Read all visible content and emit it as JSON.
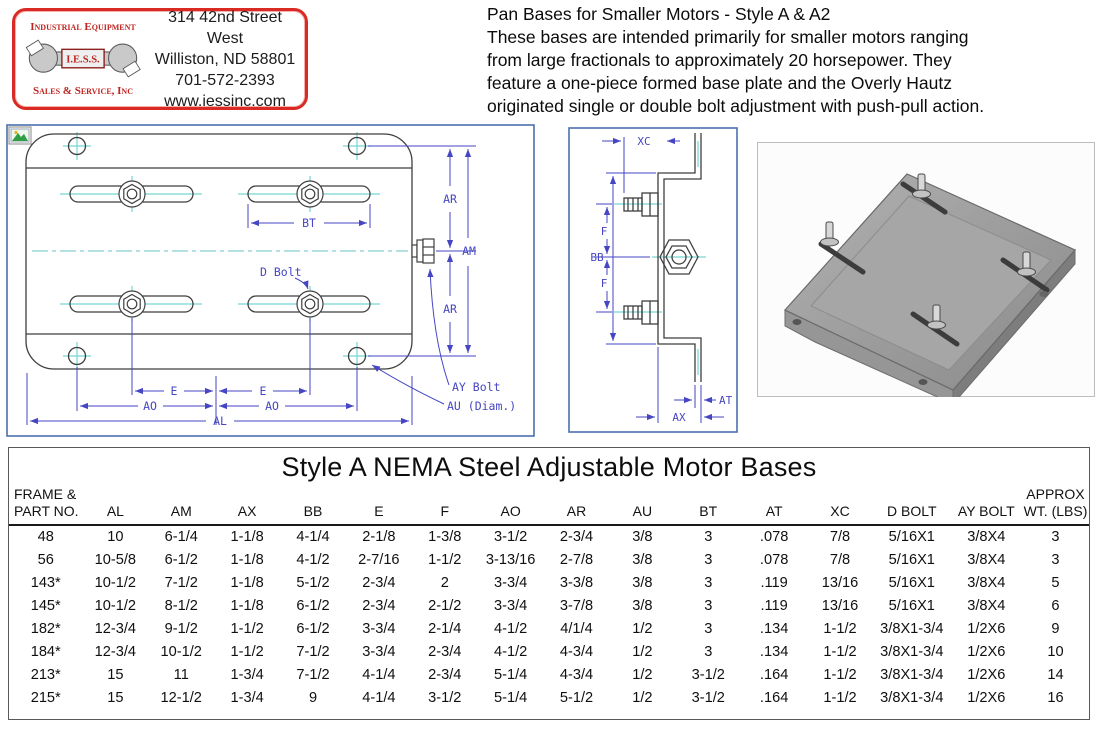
{
  "logo": {
    "line1": "Industrial Equipment",
    "acronym": "I.E.S.S.",
    "line2": "Sales & Service, Inc",
    "address1": "314 42nd Street West",
    "address2": "Williston, ND 58801",
    "phone": "701-572-2393",
    "website": "www.iessinc.com",
    "border_color": "#d92b23",
    "text_color": "#bf2420"
  },
  "intro": {
    "title": "Pan Bases for Smaller Motors - Style A & A2",
    "lines": [
      "These bases are intended primarily for smaller motors ranging",
      "from large fractionals to approximately 20 horsepower. They",
      "feature a one-piece formed base plate and the Overly Hautz",
      "originated single or double bolt adjustment with push-pull action."
    ]
  },
  "drawings": {
    "dim_color": "#4646c4",
    "centerline_color": "#76d6d2",
    "outline_color": "#3f3f3f",
    "border_color": "#4a6fae",
    "top_view": {
      "labels": {
        "bt": "BT",
        "d_bolt": "D  Bolt",
        "ar_top": "AR",
        "am": "AM",
        "ar_bottom": "AR",
        "ay_bolt": "AY  Bolt",
        "au_diam": "AU  (Diam.)",
        "e_left": "E",
        "e_right": "E",
        "ao_left": "AO",
        "ao_right": "AO",
        "al": "AL"
      }
    },
    "side_view": {
      "labels": {
        "xc": "XC",
        "bb": "BB",
        "f_top": "F",
        "f_bottom": "F",
        "at": "AT",
        "ax": "AX"
      }
    }
  },
  "table": {
    "title": "Style A NEMA Steel Adjustable Motor Bases",
    "columns": [
      "FRAME &\nPART NO.",
      "AL",
      "AM",
      "AX",
      "BB",
      "E",
      "F",
      "AO",
      "AR",
      "AU",
      "BT",
      "AT",
      "XC",
      "D BOLT",
      "AY BOLT",
      "APPROX\nWT. (LBS)"
    ],
    "rows": [
      [
        "48",
        "10",
        "6-1/4",
        "1-1/8",
        "4-1/4",
        "2-1/8",
        "1-3/8",
        "3-1/2",
        "2-3/4",
        "3/8",
        "3",
        ".078",
        "7/8",
        "5/16X1",
        "3/8X4",
        "3"
      ],
      [
        "56",
        "10-5/8",
        "6-1/2",
        "1-1/8",
        "4-1/2",
        "2-7/16",
        "1-1/2",
        "3-13/16",
        "2-7/8",
        "3/8",
        "3",
        ".078",
        "7/8",
        "5/16X1",
        "3/8X4",
        "3"
      ],
      [
        "143*",
        "10-1/2",
        "7-1/2",
        "1-1/8",
        "5-1/2",
        "2-3/4",
        "2",
        "3-3/4",
        "3-3/8",
        "3/8",
        "3",
        ".119",
        "13/16",
        "5/16X1",
        "3/8X4",
        "5"
      ],
      [
        "145*",
        "10-1/2",
        "8-1/2",
        "1-1/8",
        "6-1/2",
        "2-3/4",
        "2-1/2",
        "3-3/4",
        "3-7/8",
        "3/8",
        "3",
        ".119",
        "13/16",
        "5/16X1",
        "3/8X4",
        "6"
      ],
      [
        "182*",
        "12-3/4",
        "9-1/2",
        "1-1/2",
        "6-1/2",
        "3-3/4",
        "2-1/4",
        "4-1/2",
        "4/1/4",
        "1/2",
        "3",
        ".134",
        "1-1/2",
        "3/8X1-3/4",
        "1/2X6",
        "9"
      ],
      [
        "184*",
        "12-3/4",
        "10-1/2",
        "1-1/2",
        "7-1/2",
        "3-3/4",
        "2-3/4",
        "4-1/2",
        "4-3/4",
        "1/2",
        "3",
        ".134",
        "1-1/2",
        "3/8X1-3/4",
        "1/2X6",
        "10"
      ],
      [
        "213*",
        "15",
        "11",
        "1-3/4",
        "7-1/2",
        "4-1/4",
        "2-3/4",
        "5-1/4",
        "4-3/4",
        "1/2",
        "3-1/2",
        ".164",
        "1-1/2",
        "3/8X1-3/4",
        "1/2X6",
        "14"
      ],
      [
        "215*",
        "15",
        "12-1/2",
        "1-3/4",
        "9",
        "4-1/4",
        "3-1/2",
        "5-1/4",
        "5-1/2",
        "1/2",
        "3-1/2",
        ".164",
        "1-1/2",
        "3/8X1-3/4",
        "1/2X6",
        "16"
      ]
    ]
  }
}
